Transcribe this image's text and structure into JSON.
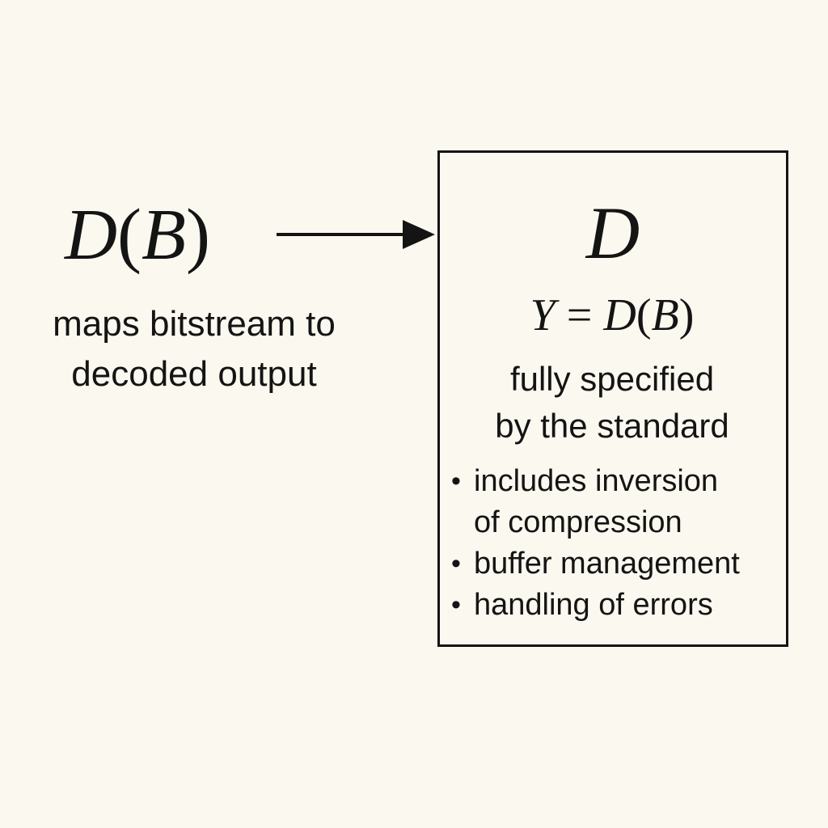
{
  "left": {
    "func": "D",
    "open_paren": "(",
    "arg": "B",
    "close_paren": ")",
    "caption_line1": "maps bitstream to",
    "caption_line2": "decoded output"
  },
  "box": {
    "title": "D",
    "equation": {
      "lhs": "Y",
      "op": "=",
      "func": "D",
      "open_paren": "(",
      "arg": "B",
      "close_paren": ")"
    },
    "desc_line1": "fully specified",
    "desc_line2": "by the standard",
    "bullets": [
      {
        "line1": "includes inversion",
        "line2": "of compression"
      },
      {
        "line1": "buffer management"
      },
      {
        "line1": "handling of errors"
      }
    ]
  },
  "colors": {
    "background": "#fbf8ef",
    "ink": "#141414"
  }
}
